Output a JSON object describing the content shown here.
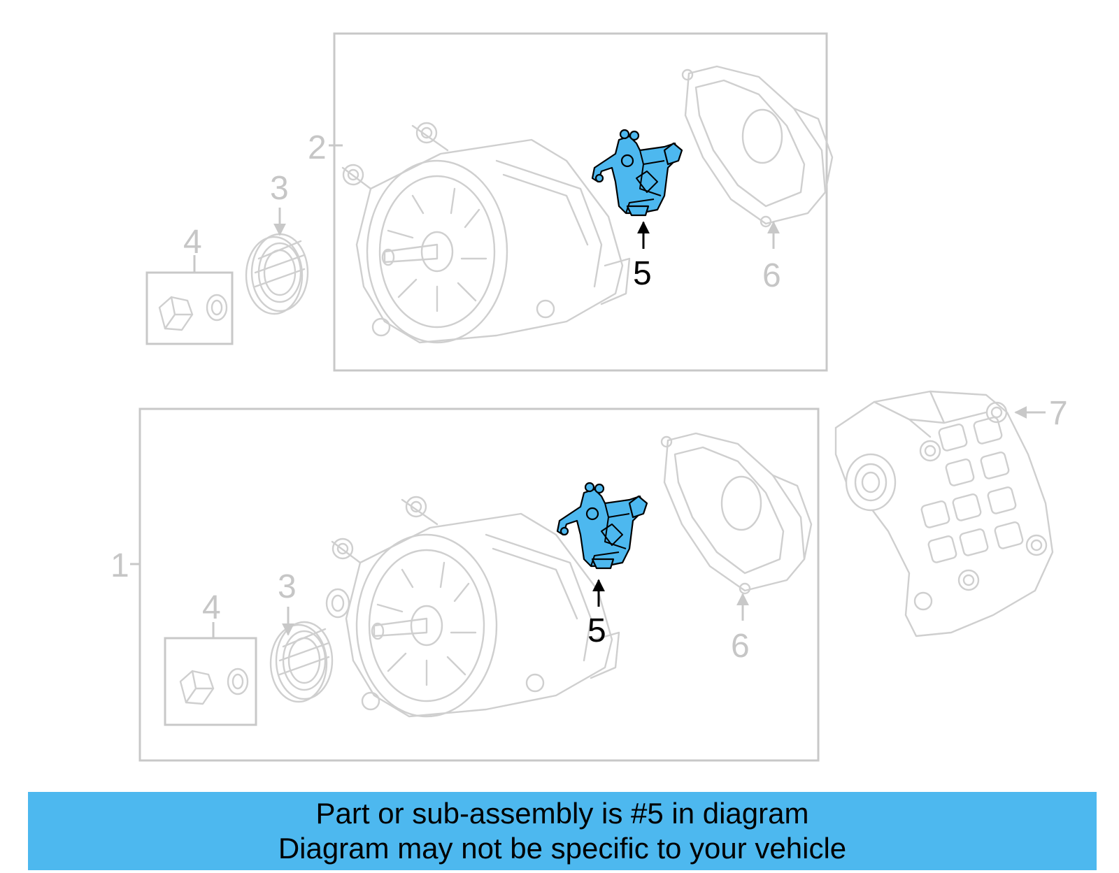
{
  "callouts": {
    "top": {
      "c2": "2",
      "c3": "3",
      "c4": "4",
      "c5": "5",
      "c6": "6"
    },
    "bottom": {
      "c1": "1",
      "c3": "3",
      "c4": "4",
      "c5": "5",
      "c6": "6",
      "c7": "7"
    }
  },
  "banner": {
    "line1": "Part or sub-assembly is #5 in diagram",
    "line2": "Diagram may not be specific to your vehicle"
  },
  "colors": {
    "highlight": "#4db8ef",
    "ghost_lines": "#cfcfcf",
    "callout_text_grey": "#c6c6c6",
    "callout_text_highlight": "#000000"
  },
  "icons": {
    "highlighted_part": "alternator-voltage-regulator-icon",
    "alternator": "alternator-icon",
    "end_cover": "alternator-end-cover-icon",
    "pulley": "pulley-icon",
    "nut_washer": "nut-and-washer-icon",
    "bracket": "mounting-bracket-icon"
  }
}
